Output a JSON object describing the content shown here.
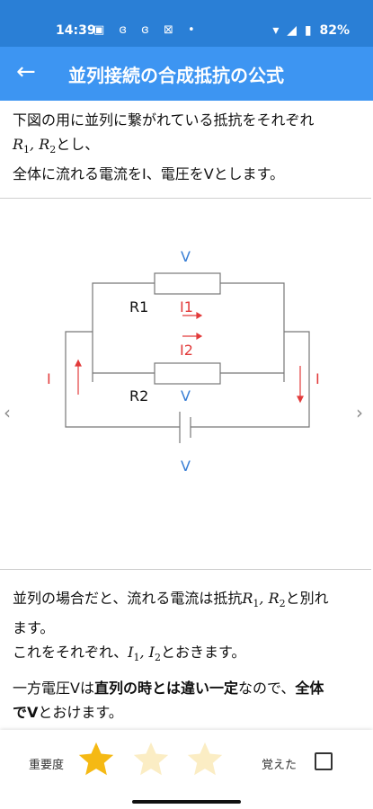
{
  "status_bar": {
    "time": "14:39",
    "notification_icons": "▣ ɞ ɞ ⊠ •",
    "battery": "82%"
  },
  "app_bar": {
    "title": "並列接続の合成抵抗の公式"
  },
  "intro": {
    "line1": "下図の用に並列に繋がれている抵抗をそれぞれ",
    "line2_suffix": "とし、",
    "line3": "全体に流れる電流をI、電圧をVとします。"
  },
  "math": {
    "R": "R",
    "I": "I",
    "sub1": "1",
    "sub2": "2",
    "sep": ", "
  },
  "circuit": {
    "v_top": "V",
    "r1": "R1",
    "i1": "I1",
    "i2": "I2",
    "r2": "R2",
    "v_mid": "V",
    "v_bottom": "V",
    "i_left": "I",
    "i_right": "I",
    "color_red": "#e23b3b",
    "color_blue": "#3a7fd5"
  },
  "para2": {
    "line1_prefix": "並列の場合だと、流れる電流は抵抗",
    "line1_suffix": "と別れ",
    "line2": "ます。",
    "line3_prefix": "これをそれぞれ、",
    "line3_suffix": "とおきます。"
  },
  "para3": {
    "line1_a": "一方電圧Vは",
    "line1_bold": "直列の時とは違い一定",
    "line1_b": "なので、",
    "line1_bold2": "全体",
    "line2_bold": "でV",
    "line2_b": "とおけます。"
  },
  "bottom_bar": {
    "importance_label": "重要度",
    "learned_label": "覚えた",
    "stars_filled": 1,
    "stars_total": 3,
    "star_color_filled": "#f5b914",
    "star_color_empty": "#fbedc4"
  }
}
